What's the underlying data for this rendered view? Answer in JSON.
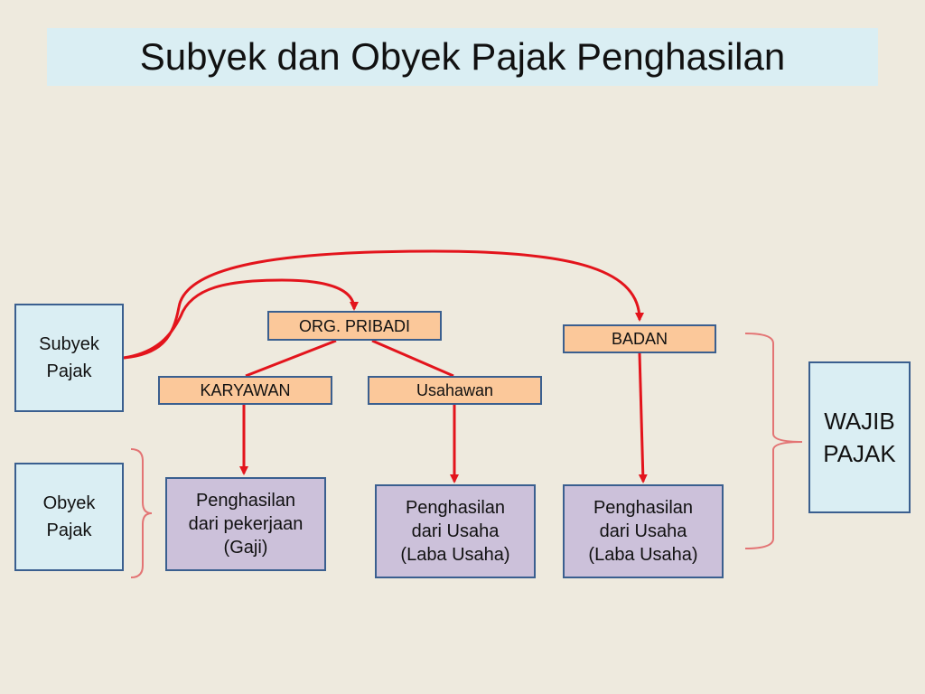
{
  "title": "Subyek dan Obyek Pajak Penghasilan",
  "nodes": {
    "subyek_pajak": "Subyek\nPajak",
    "obyek_pajak": "Obyek\nPajak",
    "org_pribadi": "ORG. PRIBADI",
    "badan": "BADAN",
    "karyawan": "KARYAWAN",
    "usahawan": "Usahawan",
    "penghasilan_pekerjaan": "Penghasilan\ndari pekerjaan\n(Gaji)",
    "penghasilan_usaha_1": "Penghasilan\ndari Usaha\n(Laba Usaha)",
    "penghasilan_usaha_2": "Penghasilan\ndari Usaha\n(Laba Usaha)",
    "wajib_pajak": "WAJIB\nPAJAK"
  },
  "colors": {
    "arrow": "#e3141c",
    "bracket": "#e37474",
    "tree_line": "#e3141c",
    "box_border": "#3a5f8f"
  }
}
